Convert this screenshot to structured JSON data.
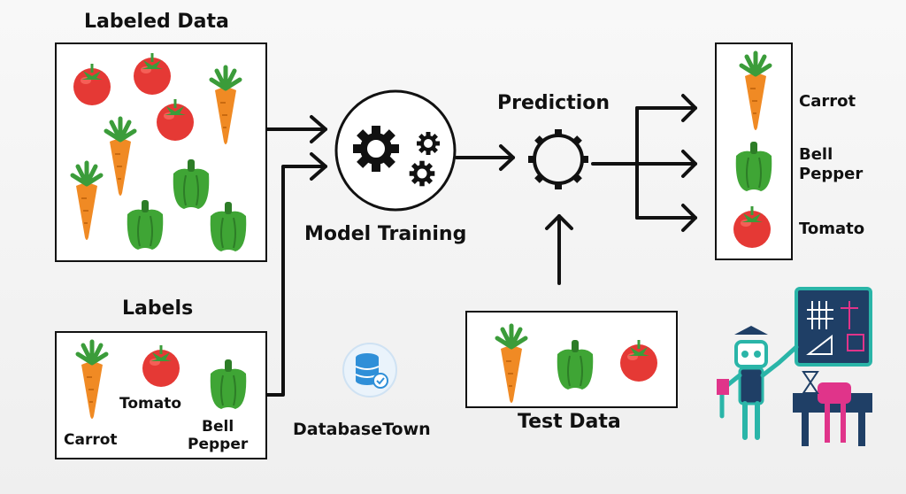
{
  "title": "Labeled Data",
  "labels_title": "Labels",
  "model_label": "Model Training",
  "prediction_label": "Prediction",
  "test_data_label": "Test Data",
  "brand": "DatabaseTown",
  "labels_box": {
    "carrot": "Carrot",
    "tomato": "Tomato",
    "bell_pepper": "Bell\nPepper"
  },
  "outputs": {
    "carrot": "Carrot",
    "bell_pepper": "Bell\nPepper",
    "tomato": "Tomato"
  },
  "icons": [
    "tomato-icon",
    "carrot-icon",
    "bell-pepper-icon",
    "gears-icon",
    "gear-outline-icon",
    "database-icon",
    "robot-icon",
    "chalkboard-icon"
  ],
  "colors": {
    "tomato": "#e53935",
    "carrot": "#f08a24",
    "pepper": "#3fa535",
    "leaf": "#3b9c3a",
    "robot": "#2ab5a8",
    "accent": "#e0348a"
  }
}
